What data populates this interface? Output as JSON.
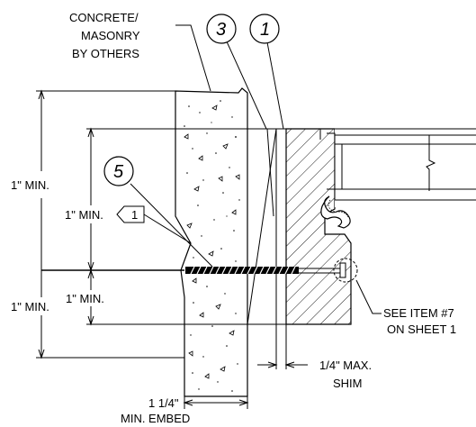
{
  "labels": {
    "concrete_line1": "CONCRETE/",
    "concrete_line2": "MASONRY",
    "concrete_line3": "BY OTHERS",
    "dim_total": "1\" MIN.",
    "dim_upper": "1\" MIN.",
    "dim_lower_inner": "1\" MIN.",
    "dim_lower_outer": "1\" MIN.",
    "see_item_line1": "SEE ITEM #7",
    "see_item_line2": "ON SHEET 1",
    "shim_line1": "1/4\" MAX.",
    "shim_line2": "SHIM",
    "embed_line1": "1 1/4\"",
    "embed_line2": "MIN. EMBED"
  },
  "callouts": {
    "c3": "3",
    "c1": "1",
    "c5": "5",
    "tag1": "1"
  }
}
